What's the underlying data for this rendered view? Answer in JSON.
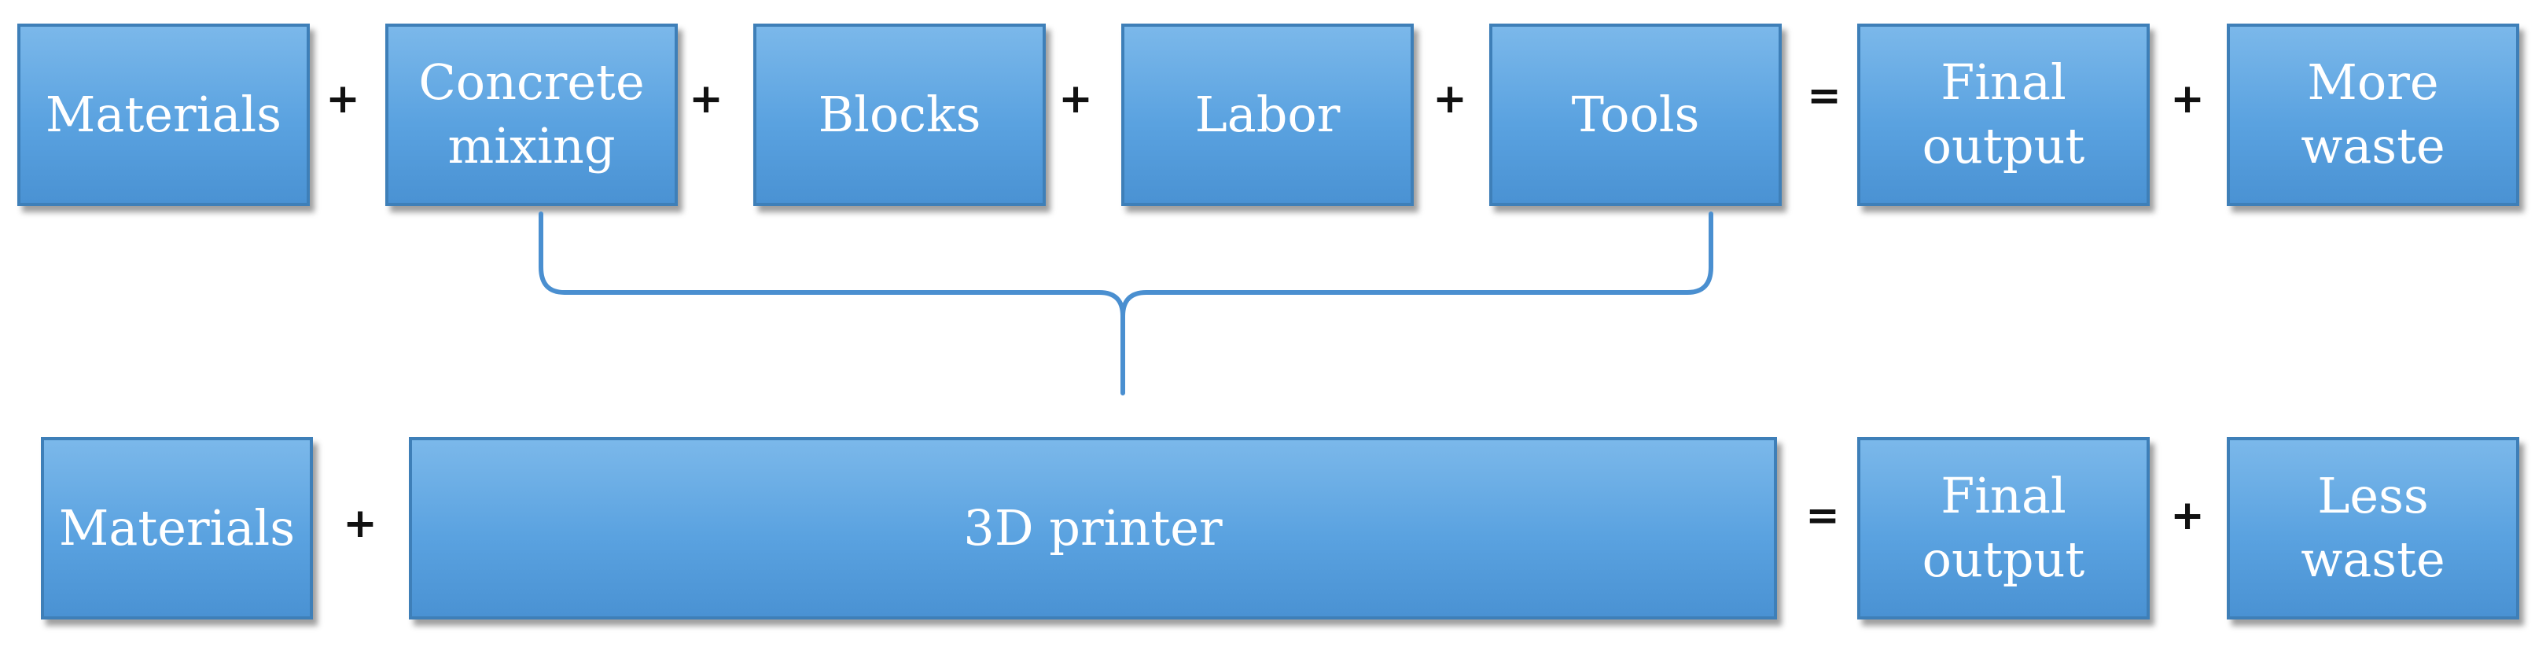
{
  "row1": {
    "boxes": [
      {
        "label": "Materials"
      },
      {
        "label": "Concrete\nmixing"
      },
      {
        "label": "Blocks"
      },
      {
        "label": "Labor"
      },
      {
        "label": "Tools"
      },
      {
        "label": "Final\noutput"
      },
      {
        "label": "More\nwaste"
      }
    ],
    "operators": [
      "+",
      "+",
      "+",
      "+",
      "=",
      "+"
    ]
  },
  "row2": {
    "boxes": [
      {
        "label": "Materials"
      },
      {
        "label": "3D printer"
      },
      {
        "label": "Final\noutput"
      },
      {
        "label": "Less\nwaste"
      }
    ],
    "operators": [
      "+",
      "=",
      "+"
    ]
  },
  "colors": {
    "box_fill": "#5aa2e0",
    "box_border": "#3e7fb8",
    "brace": "#4a8fd0",
    "text": "#ffffff"
  }
}
